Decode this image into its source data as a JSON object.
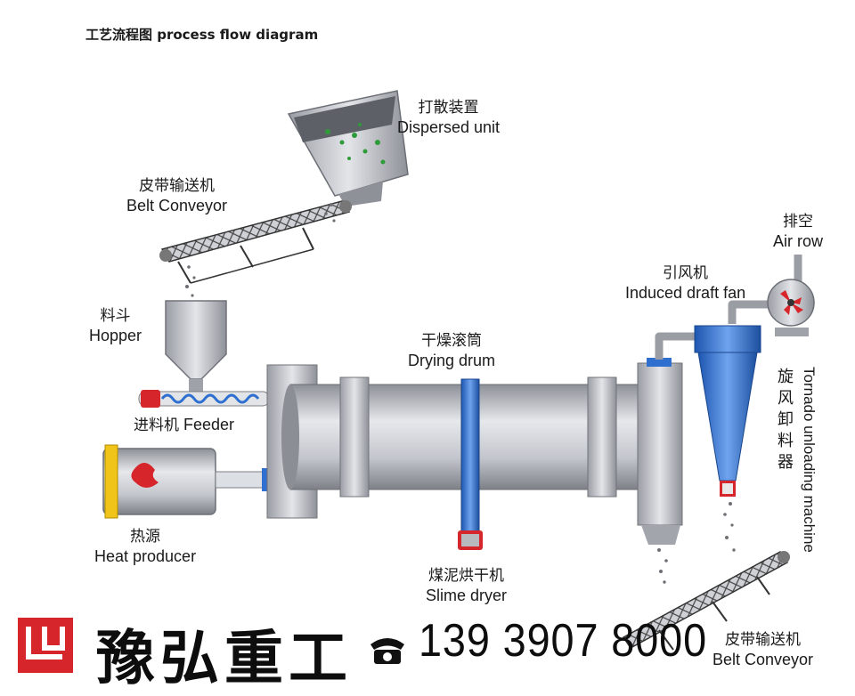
{
  "title": "工艺流程图 process flow diagram",
  "components": {
    "dispersed_unit": {
      "zh": "打散装置",
      "en": "Dispersed unit"
    },
    "belt_conveyor_top": {
      "zh": "皮带输送机",
      "en": "Belt Conveyor"
    },
    "hopper": {
      "zh": "料斗",
      "en": "Hopper"
    },
    "feeder": {
      "zh": "进料机",
      "en": "Feeder"
    },
    "heat_producer": {
      "zh": "热源",
      "en": "Heat producer"
    },
    "drying_drum": {
      "zh": "干燥滚筒",
      "en": "Drying drum"
    },
    "slime_dryer": {
      "zh": "煤泥烘干机",
      "en": "Slime dryer"
    },
    "induced_draft_fan": {
      "zh": "引风机",
      "en": "Induced draft fan"
    },
    "air_row": {
      "zh": "排空",
      "en": "Air row"
    },
    "tornado": {
      "zh": "旋风卸料器",
      "en": "Tornado unloading machine"
    },
    "belt_conveyor_bottom": {
      "zh": "皮带输送机",
      "en": "Belt Conveyor"
    }
  },
  "footer": {
    "brand": "豫弘重工",
    "phone": "139 3907 8000",
    "phone_icon": "telephone-icon"
  },
  "colors": {
    "blue": "#2f6fd0",
    "red": "#d6262b",
    "steel": "#b9bcc3"
  }
}
